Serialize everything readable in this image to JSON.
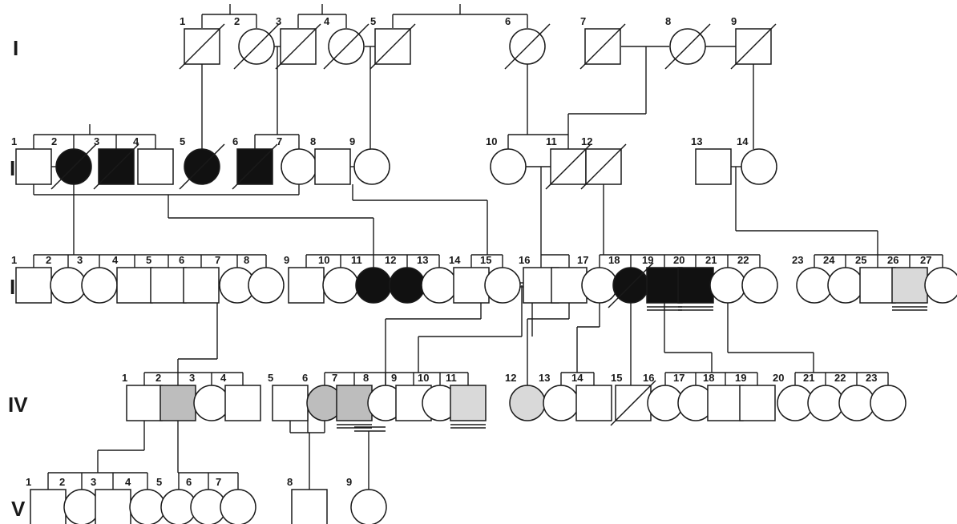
{
  "generations": [
    "I",
    "II",
    "III",
    "IV",
    "V"
  ],
  "colors": {
    "stroke": "#1a1a1a",
    "unaffected": "#ffffff",
    "affected": "#111111",
    "gray": "#bdbdbd",
    "light_gray": "#d9d9d9"
  },
  "individuals": [
    {
      "id": "I-1",
      "label": "1",
      "gen": "I",
      "sex": "male",
      "status": "unaffected",
      "deceased": true
    },
    {
      "id": "I-2",
      "label": "2",
      "gen": "I",
      "sex": "female",
      "status": "unaffected",
      "deceased": true
    },
    {
      "id": "I-3",
      "label": "3",
      "gen": "I",
      "sex": "male",
      "status": "unaffected",
      "deceased": true
    },
    {
      "id": "I-4",
      "label": "4",
      "gen": "I",
      "sex": "female",
      "status": "unaffected",
      "deceased": true
    },
    {
      "id": "I-5",
      "label": "5",
      "gen": "I",
      "sex": "male",
      "status": "unaffected",
      "deceased": true
    },
    {
      "id": "I-6",
      "label": "6",
      "gen": "I",
      "sex": "female",
      "status": "unaffected",
      "deceased": true
    },
    {
      "id": "I-7",
      "label": "7",
      "gen": "I",
      "sex": "male",
      "status": "unaffected",
      "deceased": true
    },
    {
      "id": "I-8",
      "label": "8",
      "gen": "I",
      "sex": "female",
      "status": "unaffected",
      "deceased": true
    },
    {
      "id": "I-9",
      "label": "9",
      "gen": "I",
      "sex": "male",
      "status": "unaffected",
      "deceased": true
    },
    {
      "id": "II-1",
      "label": "1",
      "gen": "II",
      "sex": "male",
      "status": "unaffected"
    },
    {
      "id": "II-2",
      "label": "2",
      "gen": "II",
      "sex": "female",
      "status": "affected",
      "deceased": true
    },
    {
      "id": "II-3",
      "label": "3",
      "gen": "II",
      "sex": "male",
      "status": "affected",
      "deceased": true
    },
    {
      "id": "II-4",
      "label": "4",
      "gen": "II",
      "sex": "male",
      "status": "unaffected"
    },
    {
      "id": "II-5",
      "label": "5",
      "gen": "II",
      "sex": "female",
      "status": "affected",
      "deceased": true
    },
    {
      "id": "II-6",
      "label": "6",
      "gen": "II",
      "sex": "male",
      "status": "affected",
      "deceased": true
    },
    {
      "id": "II-7",
      "label": "7",
      "gen": "II",
      "sex": "female",
      "status": "unaffected"
    },
    {
      "id": "II-8",
      "label": "8",
      "gen": "II",
      "sex": "male",
      "status": "unaffected"
    },
    {
      "id": "II-9",
      "label": "9",
      "gen": "II",
      "sex": "female",
      "status": "unaffected"
    },
    {
      "id": "II-10",
      "label": "10",
      "gen": "II",
      "sex": "female",
      "status": "unaffected"
    },
    {
      "id": "II-11",
      "label": "11",
      "gen": "II",
      "sex": "male",
      "status": "unaffected",
      "deceased": true
    },
    {
      "id": "II-12",
      "label": "12",
      "gen": "II",
      "sex": "male",
      "status": "unaffected",
      "deceased": true
    },
    {
      "id": "II-13",
      "label": "13",
      "gen": "II",
      "sex": "male",
      "status": "unaffected"
    },
    {
      "id": "II-14",
      "label": "14",
      "gen": "II",
      "sex": "female",
      "status": "unaffected"
    },
    {
      "id": "III-1",
      "label": "1",
      "gen": "III",
      "sex": "male",
      "status": "unaffected"
    },
    {
      "id": "III-2",
      "label": "2",
      "gen": "III",
      "sex": "female",
      "status": "unaffected"
    },
    {
      "id": "III-3",
      "label": "3",
      "gen": "III",
      "sex": "female",
      "status": "unaffected"
    },
    {
      "id": "III-4",
      "label": "4",
      "gen": "III",
      "sex": "male",
      "status": "unaffected"
    },
    {
      "id": "III-5",
      "label": "5",
      "gen": "III",
      "sex": "male",
      "status": "unaffected"
    },
    {
      "id": "III-6",
      "label": "6",
      "gen": "III",
      "sex": "male",
      "status": "unaffected"
    },
    {
      "id": "III-7",
      "label": "7",
      "gen": "III",
      "sex": "female",
      "status": "unaffected"
    },
    {
      "id": "III-8",
      "label": "8",
      "gen": "III",
      "sex": "female",
      "status": "unaffected"
    },
    {
      "id": "III-9",
      "label": "9",
      "gen": "III",
      "sex": "male",
      "status": "unaffected"
    },
    {
      "id": "III-10",
      "label": "10",
      "gen": "III",
      "sex": "female",
      "status": "unaffected"
    },
    {
      "id": "III-11",
      "label": "11",
      "gen": "III",
      "sex": "female",
      "status": "affected"
    },
    {
      "id": "III-12",
      "label": "12",
      "gen": "III",
      "sex": "female",
      "status": "affected"
    },
    {
      "id": "III-13",
      "label": "13",
      "gen": "III",
      "sex": "female",
      "status": "unaffected"
    },
    {
      "id": "III-14",
      "label": "14",
      "gen": "III",
      "sex": "male",
      "status": "unaffected"
    },
    {
      "id": "III-15",
      "label": "15",
      "gen": "III",
      "sex": "female",
      "status": "unaffected"
    },
    {
      "id": "III-16",
      "label": "16",
      "gen": "III",
      "sex": "male",
      "status": "unaffected"
    },
    {
      "id": "III-16b",
      "label": "",
      "gen": "III",
      "sex": "male",
      "status": "unaffected"
    },
    {
      "id": "III-17",
      "label": "17",
      "gen": "III",
      "sex": "female",
      "status": "unaffected"
    },
    {
      "id": "III-18",
      "label": "18",
      "gen": "III",
      "sex": "female",
      "status": "affected",
      "deceased": true
    },
    {
      "id": "III-19",
      "label": "19",
      "gen": "III",
      "sex": "male",
      "status": "affected",
      "underline": true
    },
    {
      "id": "III-20",
      "label": "20",
      "gen": "III",
      "sex": "male",
      "status": "affected",
      "underline": true
    },
    {
      "id": "III-21",
      "label": "21",
      "gen": "III",
      "sex": "female",
      "status": "unaffected"
    },
    {
      "id": "III-22",
      "label": "22",
      "gen": "III",
      "sex": "female",
      "status": "unaffected"
    },
    {
      "id": "III-23",
      "label": "23",
      "gen": "III",
      "sex": "female",
      "status": "unaffected"
    },
    {
      "id": "III-24",
      "label": "24",
      "gen": "III",
      "sex": "female",
      "status": "unaffected"
    },
    {
      "id": "III-25",
      "label": "25",
      "gen": "III",
      "sex": "male",
      "status": "unaffected"
    },
    {
      "id": "III-26",
      "label": "26",
      "gen": "III",
      "sex": "male",
      "status": "light_gray",
      "underline": true
    },
    {
      "id": "III-27",
      "label": "27",
      "gen": "III",
      "sex": "female",
      "status": "unaffected"
    },
    {
      "id": "IV-1",
      "label": "1",
      "gen": "IV",
      "sex": "male",
      "status": "unaffected"
    },
    {
      "id": "IV-2",
      "label": "2",
      "gen": "IV",
      "sex": "male",
      "status": "gray"
    },
    {
      "id": "IV-3",
      "label": "3",
      "gen": "IV",
      "sex": "female",
      "status": "unaffected"
    },
    {
      "id": "IV-4",
      "label": "4",
      "gen": "IV",
      "sex": "male",
      "status": "unaffected"
    },
    {
      "id": "IV-5",
      "label": "5",
      "gen": "IV",
      "sex": "male",
      "status": "unaffected"
    },
    {
      "id": "IV-6",
      "label": "6",
      "gen": "IV",
      "sex": "female",
      "status": "gray"
    },
    {
      "id": "IV-7",
      "label": "7",
      "gen": "IV",
      "sex": "male",
      "status": "gray",
      "underline": true
    },
    {
      "id": "IV-8",
      "label": "8",
      "gen": "IV",
      "sex": "female",
      "status": "unaffected"
    },
    {
      "id": "IV-9",
      "label": "9",
      "gen": "IV",
      "sex": "male",
      "status": "unaffected"
    },
    {
      "id": "IV-10",
      "label": "10",
      "gen": "IV",
      "sex": "female",
      "status": "unaffected"
    },
    {
      "id": "IV-11",
      "label": "11",
      "gen": "IV",
      "sex": "male",
      "status": "light_gray",
      "underline": true
    },
    {
      "id": "IV-12",
      "label": "12",
      "gen": "IV",
      "sex": "female",
      "status": "light_gray"
    },
    {
      "id": "IV-13",
      "label": "13",
      "gen": "IV",
      "sex": "female",
      "status": "unaffected"
    },
    {
      "id": "IV-14",
      "label": "14",
      "gen": "IV",
      "sex": "male",
      "status": "unaffected"
    },
    {
      "id": "IV-15",
      "label": "15",
      "gen": "IV",
      "sex": "male",
      "status": "unaffected",
      "deceased": true
    },
    {
      "id": "IV-16",
      "label": "16",
      "gen": "IV",
      "sex": "female",
      "status": "unaffected"
    },
    {
      "id": "IV-17",
      "label": "17",
      "gen": "IV",
      "sex": "female",
      "status": "unaffected"
    },
    {
      "id": "IV-18",
      "label": "18",
      "gen": "IV",
      "sex": "male",
      "status": "unaffected"
    },
    {
      "id": "IV-19",
      "label": "19",
      "gen": "IV",
      "sex": "male",
      "status": "unaffected"
    },
    {
      "id": "IV-20",
      "label": "20",
      "gen": "IV",
      "sex": "female",
      "status": "unaffected"
    },
    {
      "id": "IV-21",
      "label": "21",
      "gen": "IV",
      "sex": "female",
      "status": "unaffected"
    },
    {
      "id": "IV-22",
      "label": "22",
      "gen": "IV",
      "sex": "female",
      "status": "unaffected"
    },
    {
      "id": "IV-23",
      "label": "23",
      "gen": "IV",
      "sex": "female",
      "status": "unaffected"
    },
    {
      "id": "V-1",
      "label": "1",
      "gen": "V",
      "sex": "male",
      "status": "unaffected"
    },
    {
      "id": "V-2",
      "label": "2",
      "gen": "V",
      "sex": "female",
      "status": "unaffected"
    },
    {
      "id": "V-3",
      "label": "3",
      "gen": "V",
      "sex": "male",
      "status": "unaffected"
    },
    {
      "id": "V-4",
      "label": "4",
      "gen": "V",
      "sex": "female",
      "status": "unaffected"
    },
    {
      "id": "V-5",
      "label": "5",
      "gen": "V",
      "sex": "female",
      "status": "unaffected"
    },
    {
      "id": "V-6",
      "label": "6",
      "gen": "V",
      "sex": "female",
      "status": "unaffected"
    },
    {
      "id": "V-7",
      "label": "7",
      "gen": "V",
      "sex": "female",
      "status": "unaffected"
    },
    {
      "id": "V-8",
      "label": "8",
      "gen": "V",
      "sex": "male",
      "status": "unaffected"
    },
    {
      "id": "V-9",
      "label": "9",
      "gen": "V",
      "sex": "female",
      "status": "unaffected"
    }
  ]
}
